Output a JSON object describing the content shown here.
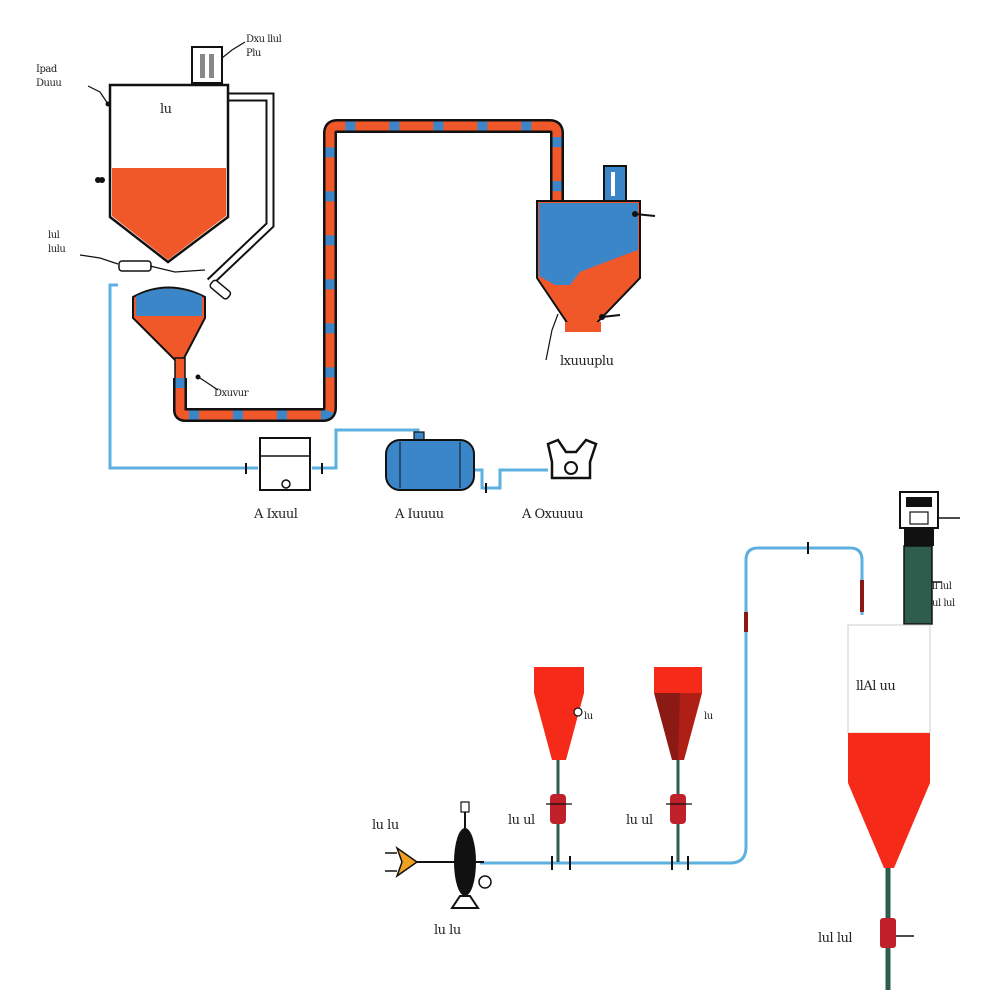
{
  "labels": {
    "feed_hopper": "Ipad\nDuuu",
    "top_filter": "Dxu llul\nPlu",
    "hopper_tag": "lu",
    "valve_tag": "lul\nlulu",
    "conveyor_tag": "Dxuvur",
    "receiver_tag": "lxuuuplu",
    "unit1": "A Ixuul",
    "unit2": "A Iuuuu",
    "unit3": "A Oxuuuu",
    "motor_tag": "lu lu",
    "silo_tag": "llAl uu",
    "dispenser1_tag": "lu",
    "dispenser2_tag": "lu",
    "valve1_tag": "lu ul",
    "valve2_tag": "lu ul",
    "blower_top_tag": "ll lul",
    "blower_bottom_tag": "ul lul",
    "bottom_valve_tag": "lul lul"
  },
  "colors": {
    "material": "#f0582a",
    "blue": "#3a86c8",
    "blue_light": "#5db0e0",
    "red": "#f52a18",
    "dark_red": "#8b1a14",
    "dark_green": "#2e5d4e",
    "orange": "#f0a020",
    "outline": "#111111"
  }
}
